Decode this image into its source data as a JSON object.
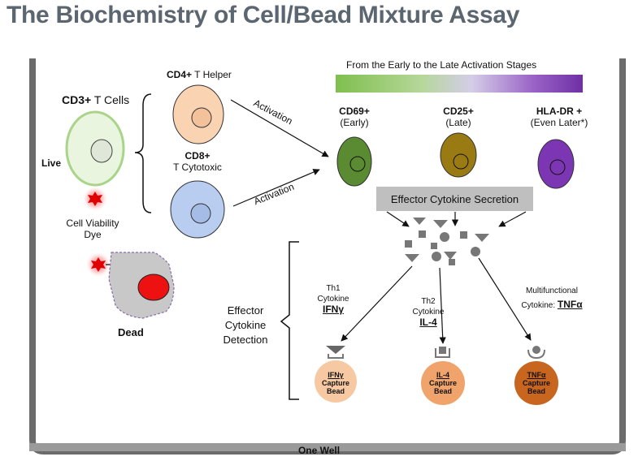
{
  "title": "The Biochemistry of Cell/Bead Mixture Assay",
  "gradient_label": "From the Early to the Late Activation Stages",
  "tcells": {
    "bold": "CD3+",
    "rest": " T Cells",
    "live": "Live",
    "dead": "Dead"
  },
  "viability": {
    "line1": "Cell Viability",
    "line2": "Dye"
  },
  "cd4": {
    "bold": "CD4+",
    "rest": " T Helper"
  },
  "cd8": {
    "bold": "CD8+",
    "sub": "T Cytotoxic"
  },
  "activation_label": "Activation",
  "markers": [
    {
      "name": "CD69+",
      "stage": "(Early)"
    },
    {
      "name": "CD25+",
      "stage": "(Late)"
    },
    {
      "name": "HLA-DR +",
      "stage": "(Even Later*)"
    }
  ],
  "secretion_label": "Effector Cytokine Secretion",
  "detection": {
    "line1": "Effector",
    "line2": "Cytokine",
    "line3": "Detection"
  },
  "cytokines": [
    {
      "line1": "Th1",
      "line2": "Cytokine",
      "name": "IFNγ"
    },
    {
      "line1": "Th2",
      "line2": "Cytokine",
      "name": "IL-4"
    },
    {
      "line1": "Multifunctional",
      "line2": "Cytokine:",
      "name": "TNFα"
    }
  ],
  "beads": [
    {
      "name": "IFNγ",
      "line2": "Capture",
      "line3": "Bead"
    },
    {
      "name": "IL-4",
      "line2": "Capture",
      "line3": "Bead"
    },
    {
      "name": "TNFα",
      "line2": "Capture",
      "line3": "Bead"
    }
  ],
  "footer": "One Well",
  "colors": {
    "live_cell": "#eaf5df",
    "cd4_cell": "#f9d3b2",
    "cd8_cell": "#b8cdf0",
    "cd69_cell": "#5a8a32",
    "cd25_cell": "#9a7a12",
    "hladr_cell": "#7d36b3",
    "ifn_bead": "#f7c9a2",
    "il4_bead": "#f0a46c",
    "tnf_bead": "#c8651e",
    "dead_nucleus": "#ee1111"
  }
}
